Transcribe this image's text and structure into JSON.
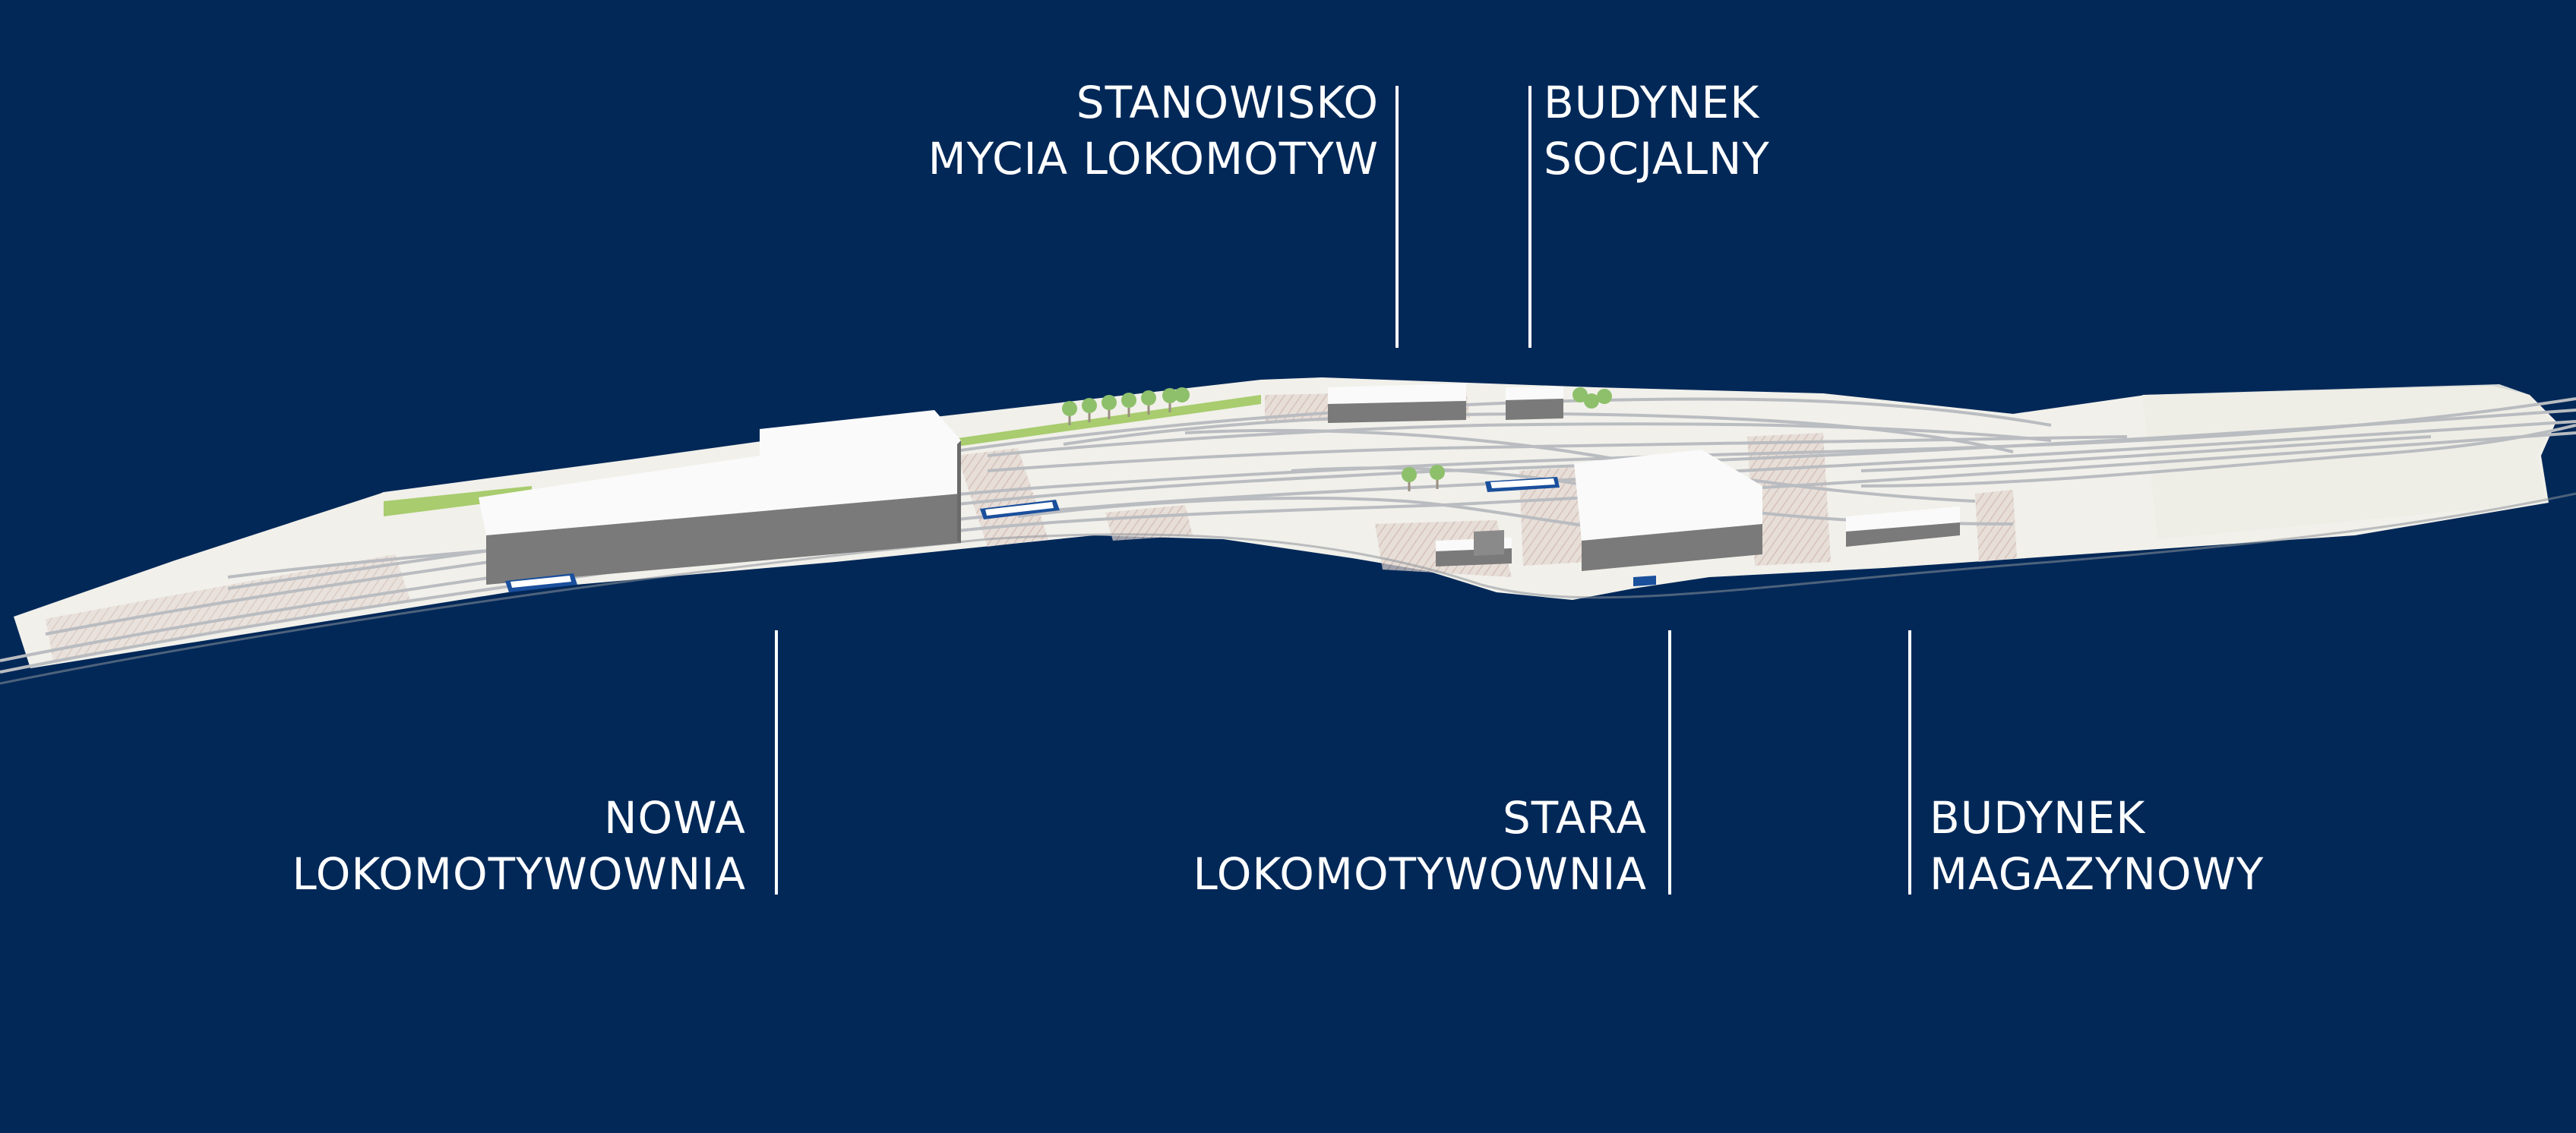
{
  "colors": {
    "background": "#022858",
    "ground": "#f1f0ea",
    "hatch": "#d9c9c2",
    "track": "#b4b8bd",
    "building_roof": "#fafafa",
    "building_wall": "#7a7a7a",
    "grass": "#a8cc6e",
    "tree": "#8ec06b",
    "train": "#1a4f9c",
    "label": "#ffffff"
  },
  "labels": {
    "wash_station": {
      "line1": "STANOWISKO",
      "line2": "MYCIA LOKOMOTYW"
    },
    "social_building": {
      "line1": "BUDYNEK",
      "line2": "SOCJALNY"
    },
    "new_depot": {
      "line1": "NOWA",
      "line2": "LOKOMOTYWOWNIA"
    },
    "old_depot": {
      "line1": "STARA",
      "line2": "LOKOMOTYWOWNIA"
    },
    "warehouse": {
      "line1": "BUDYNEK",
      "line2": "MAGAZYNOWY"
    }
  }
}
